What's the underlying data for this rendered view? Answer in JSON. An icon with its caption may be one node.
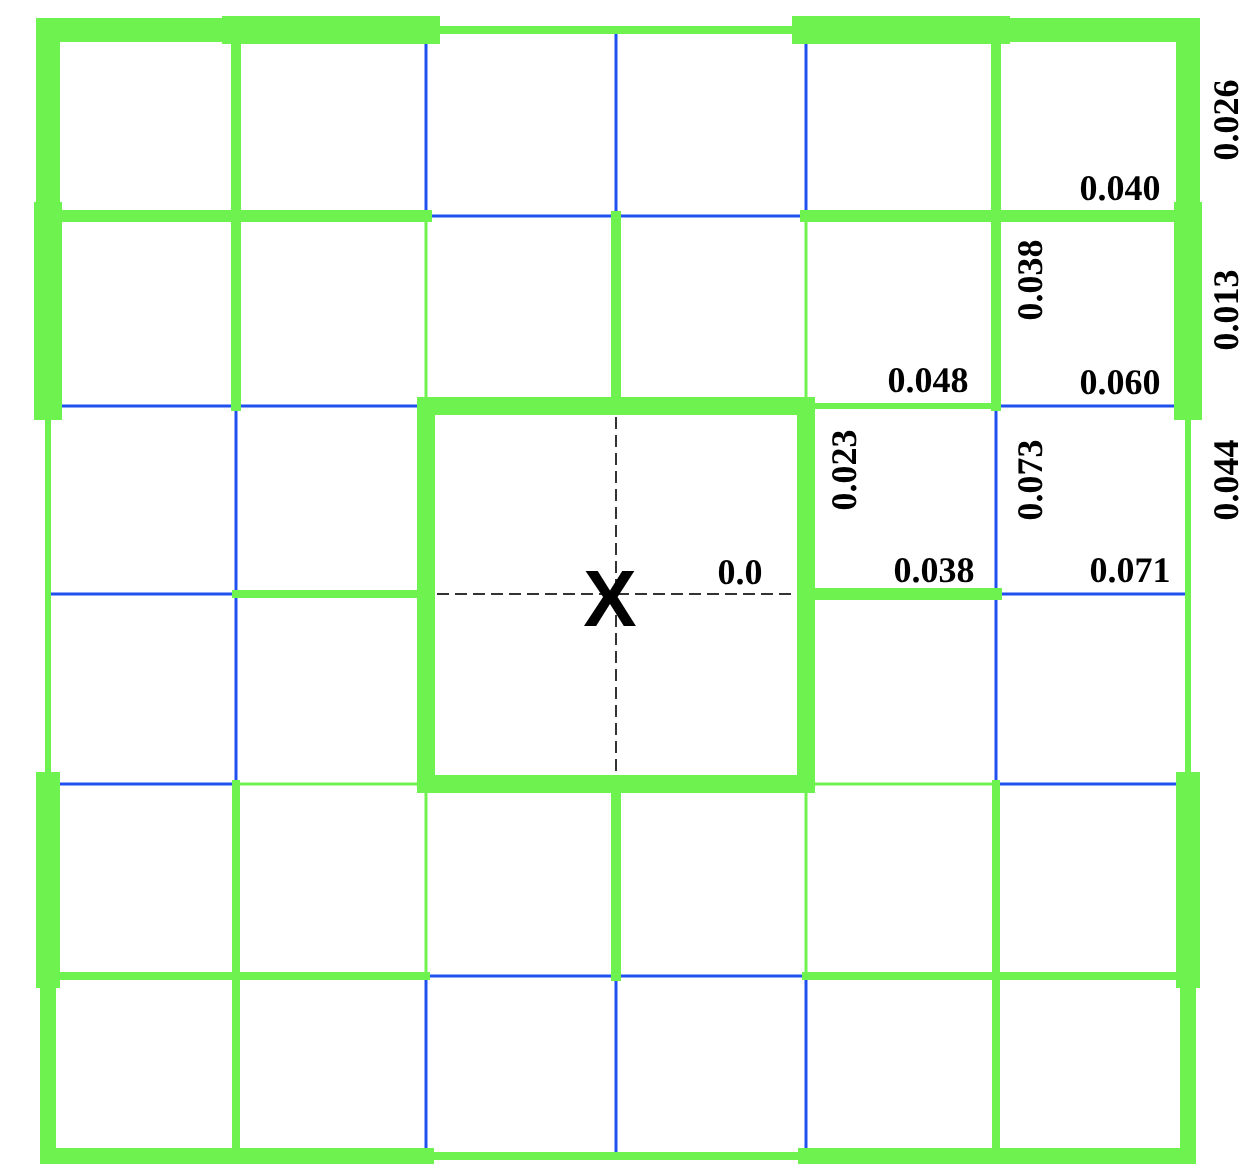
{
  "diagram": {
    "labels": [
      "0.026",
      "0.040",
      "0.038",
      "0.013",
      "0.048",
      "0.060",
      "0.023",
      "0.073",
      "0.044",
      "X",
      "0.0",
      "0.038",
      "0.071"
    ]
  }
}
